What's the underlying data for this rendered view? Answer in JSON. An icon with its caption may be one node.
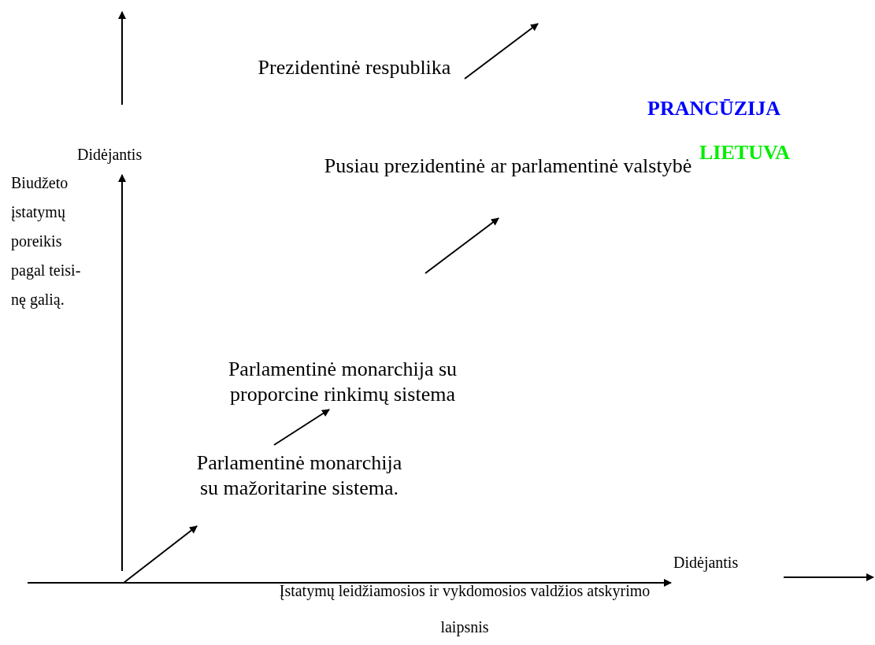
{
  "diagram": {
    "nodes": [
      {
        "text": [
          "Parlamentinė monarchija su mažoritarine sistema."
        ]
      },
      {
        "text": [
          "Parlamentinė monarchija su proporcine rinkimų sistema"
        ]
      },
      {
        "text": [
          "Pusiau prezidentinė ar parlamentinė valstybė"
        ]
      },
      {
        "text": [
          "Prezidentinė respublika"
        ]
      }
    ],
    "edges": [
      {
        "from": null,
        "to": 0,
        "arrow": "to"
      },
      {
        "from": 0,
        "to": 1,
        "arrow": "to"
      },
      {
        "from": null,
        "to": 2,
        "arrow": "to"
      },
      {
        "from": 3,
        "to": null,
        "arrow": "to"
      }
    ],
    "labels": [
      "Didėjantis",
      "Biudžeto įstatymų poreikis pagal teisi- nę galią.",
      "PRANCŪZIJA",
      "LIETUVA",
      "Didėjantis",
      "Įstatymų leidžiamosios ir vykdomosios valdžios atskyrimo laipsnis"
    ]
  }
}
